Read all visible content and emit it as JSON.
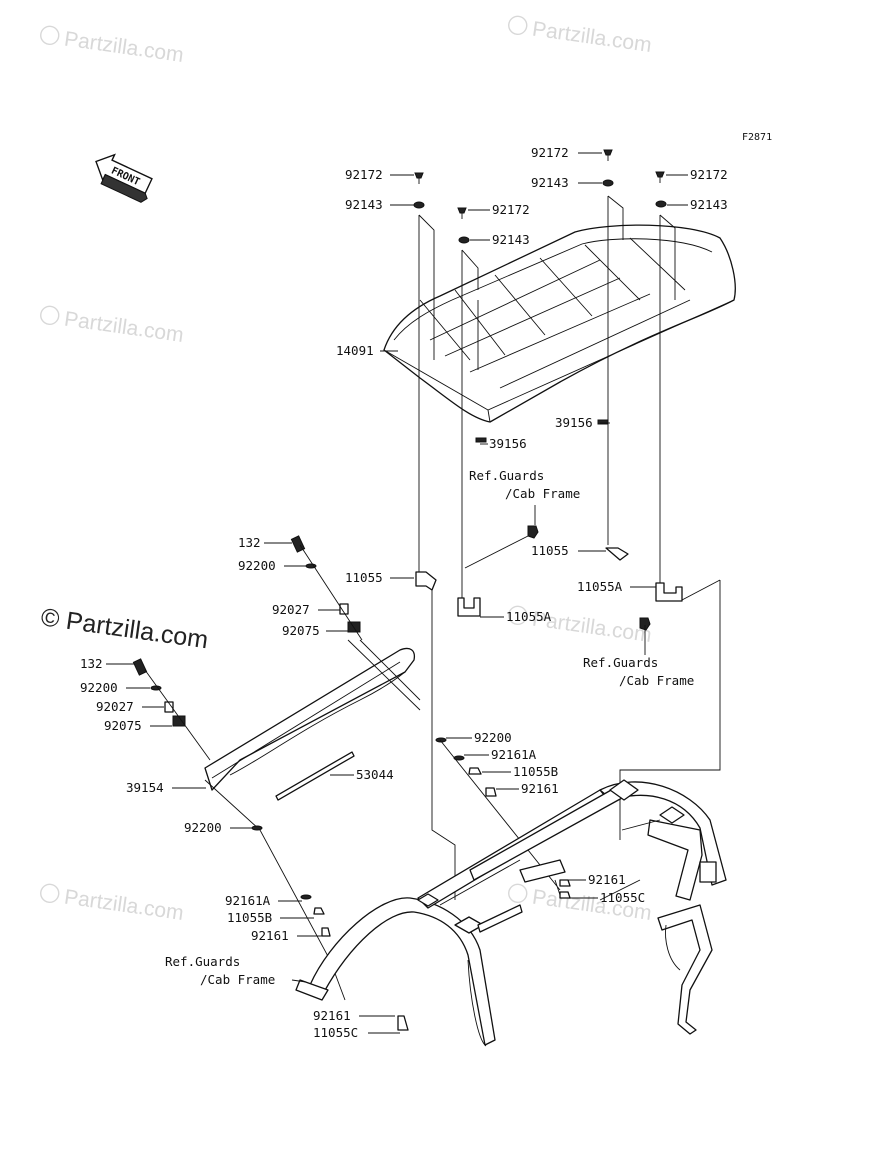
{
  "figure_code": "F2871",
  "front_label": "FRONT",
  "brand": "© Partzilla.com",
  "watermark": "Partzilla.com",
  "parts": [
    {
      "id": "p1",
      "number": "92172"
    },
    {
      "id": "p2",
      "number": "92143"
    },
    {
      "id": "p3",
      "number": "92172"
    },
    {
      "id": "p4",
      "number": "92143"
    },
    {
      "id": "p5",
      "number": "92172"
    },
    {
      "id": "p6",
      "number": "92143"
    },
    {
      "id": "p7",
      "number": "92172"
    },
    {
      "id": "p8",
      "number": "92143"
    },
    {
      "id": "p9",
      "number": "14091"
    },
    {
      "id": "p10",
      "number": "39156"
    },
    {
      "id": "p11",
      "number": "39156"
    },
    {
      "id": "p12",
      "number": "11055"
    },
    {
      "id": "p13",
      "number": "11055A"
    },
    {
      "id": "p14",
      "number": "132"
    },
    {
      "id": "p15",
      "number": "92200"
    },
    {
      "id": "p16",
      "number": "11055"
    },
    {
      "id": "p17",
      "number": "92027"
    },
    {
      "id": "p18",
      "number": "92075"
    },
    {
      "id": "p19",
      "number": "11055A"
    },
    {
      "id": "p20",
      "number": "132"
    },
    {
      "id": "p21",
      "number": "92200"
    },
    {
      "id": "p22",
      "number": "92027"
    },
    {
      "id": "p23",
      "number": "92075"
    },
    {
      "id": "p24",
      "number": "92200"
    },
    {
      "id": "p25",
      "number": "92161A"
    },
    {
      "id": "p26",
      "number": "11055B"
    },
    {
      "id": "p27",
      "number": "92161"
    },
    {
      "id": "p28",
      "number": "39154"
    },
    {
      "id": "p29",
      "number": "53044"
    },
    {
      "id": "p30",
      "number": "92200"
    },
    {
      "id": "p31",
      "number": "92161"
    },
    {
      "id": "p32",
      "number": "11055C"
    },
    {
      "id": "p33",
      "number": "92161A"
    },
    {
      "id": "p34",
      "number": "11055B"
    },
    {
      "id": "p35",
      "number": "92161"
    },
    {
      "id": "p36",
      "number": "92161"
    },
    {
      "id": "p37",
      "number": "11055C"
    }
  ],
  "references": [
    {
      "id": "r1",
      "line1": "Ref.Guards",
      "line2": "/Cab Frame"
    },
    {
      "id": "r2",
      "line1": "Ref.Guards",
      "line2": "/Cab Frame"
    },
    {
      "id": "r3",
      "line1": "Ref.Guards",
      "line2": "/Cab Frame"
    }
  ]
}
